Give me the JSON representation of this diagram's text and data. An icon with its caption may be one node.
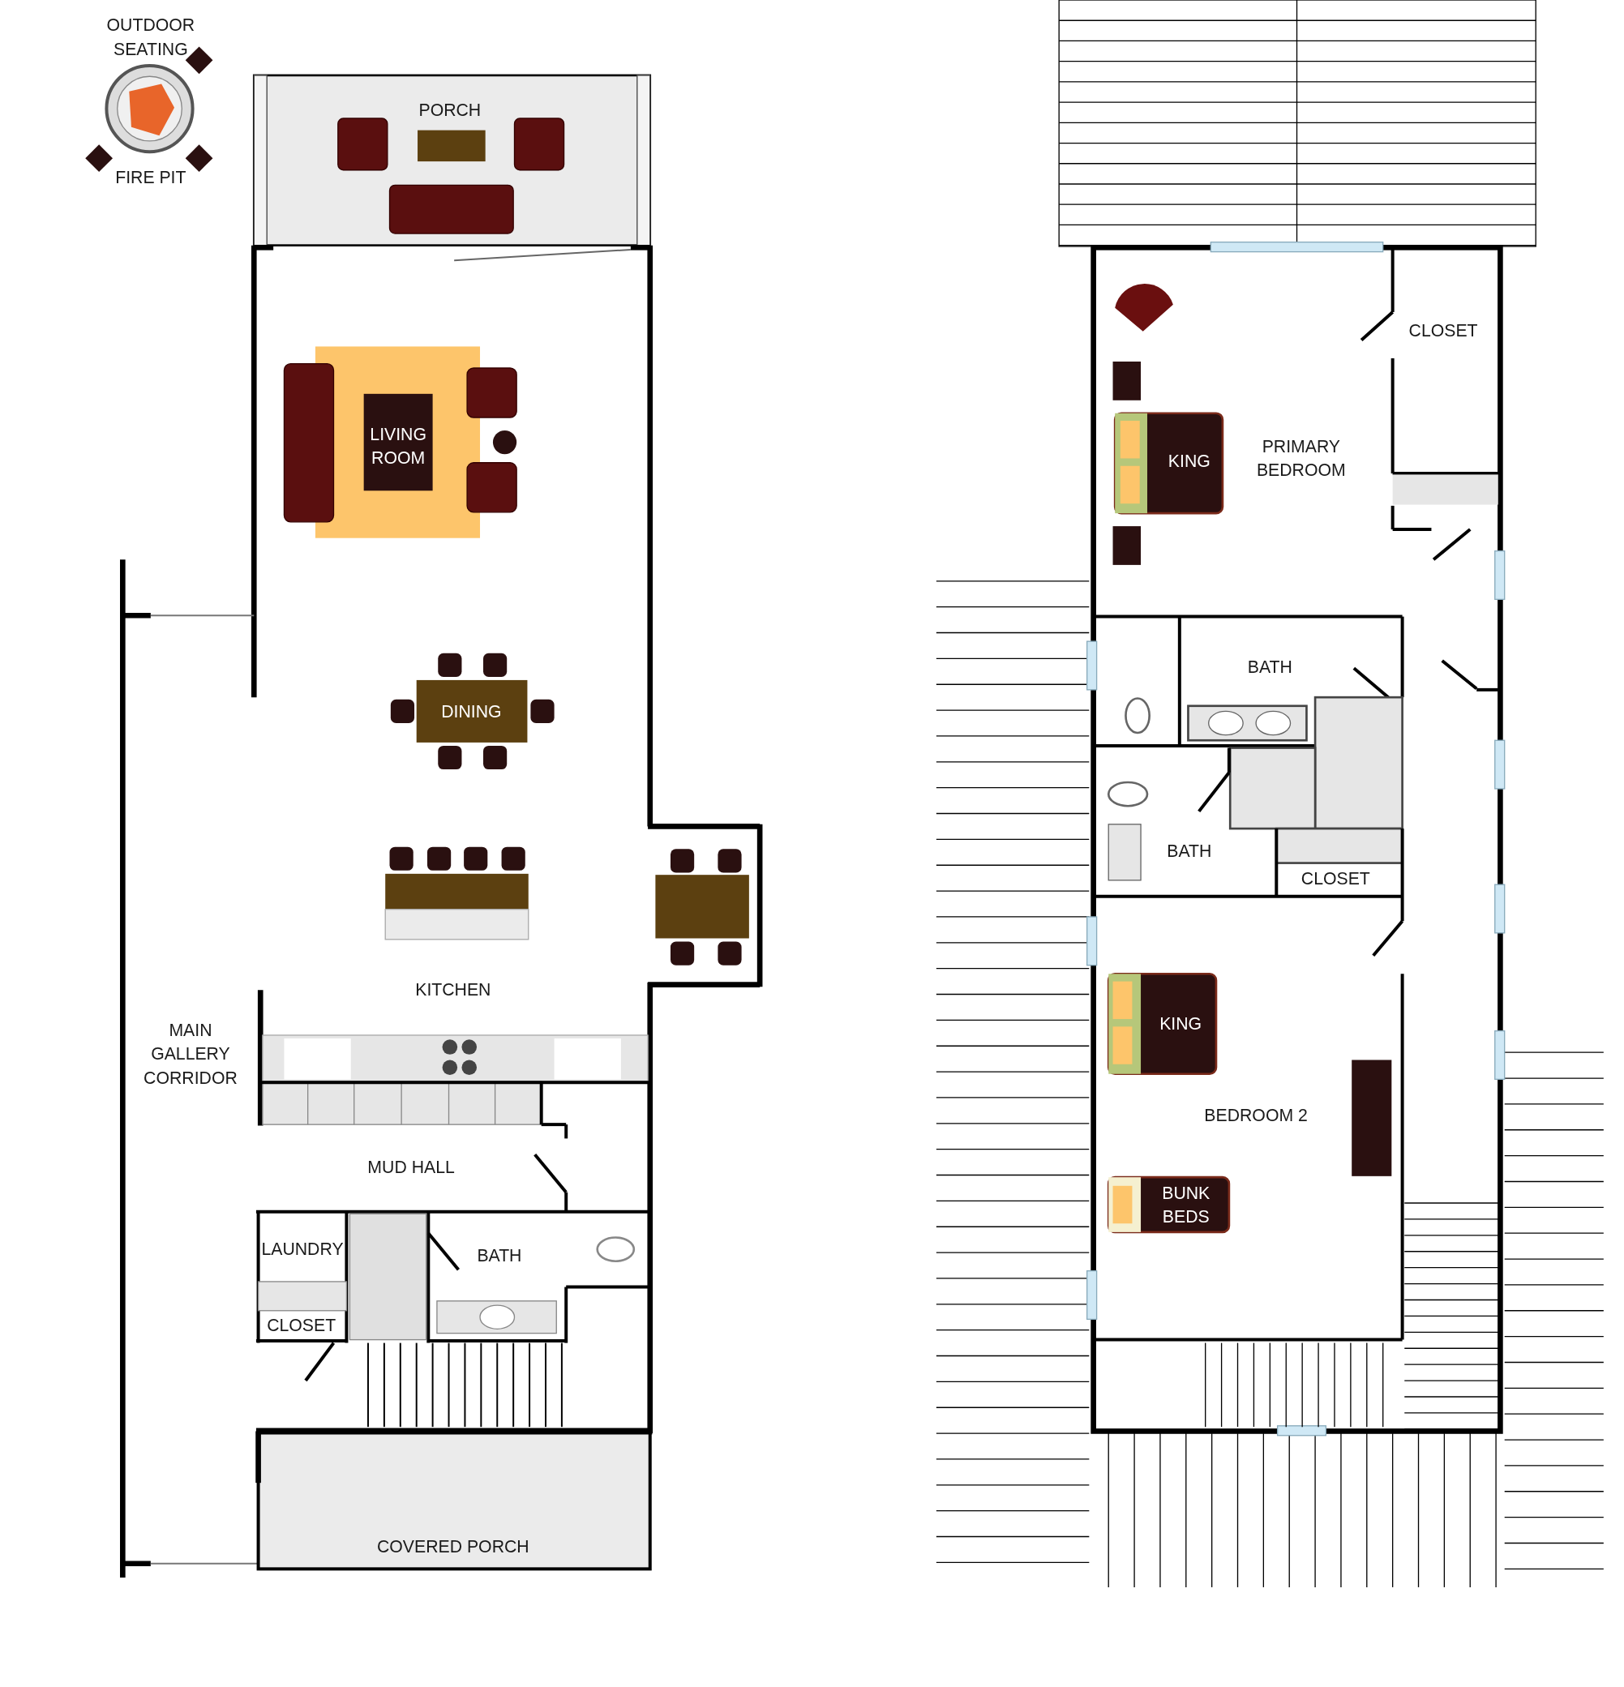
{
  "diagram": {
    "labels": [
      "OUTDOOR SEATING",
      "FIRE PIT",
      "PORCH",
      "LIVING ROOM",
      "DINING",
      "KITCHEN",
      "MAIN GALLERY CORRIDOR",
      "MUD HALL",
      "LAUNDRY",
      "BATH",
      "CLOSET",
      "COVERED PORCH",
      "CLOSET",
      "KING",
      "PRIMARY BEDROOM",
      "BATH",
      "BATH",
      "CLOSET",
      "KING",
      "BEDROOM 2",
      "BUNK BEDS"
    ]
  }
}
